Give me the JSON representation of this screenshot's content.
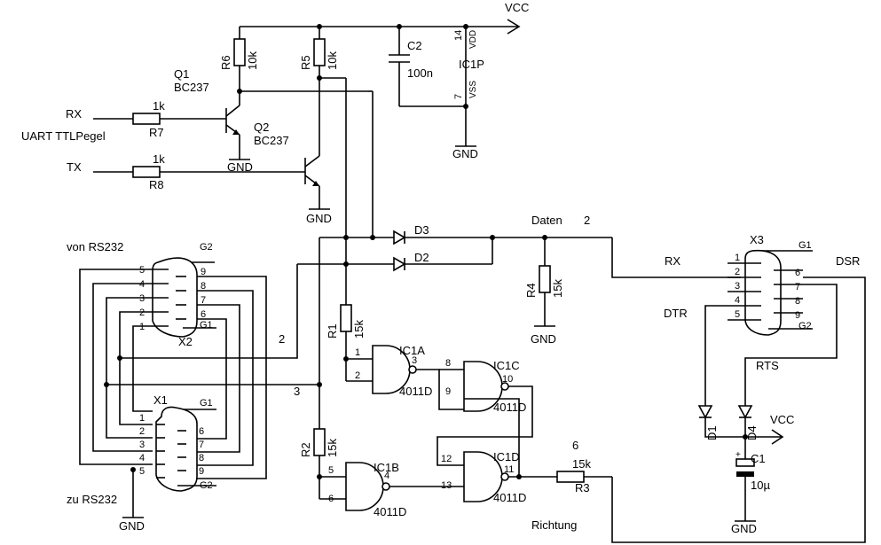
{
  "power": {
    "vcc": "VCC",
    "gnd": "GND"
  },
  "uart": {
    "rx": "RX",
    "tx": "TX",
    "caption": "UART  TTLPegel"
  },
  "q1": {
    "ref": "Q1",
    "type": "BC237"
  },
  "q2": {
    "ref": "Q2",
    "type": "BC237"
  },
  "r1": {
    "ref": "R1",
    "value": "15k"
  },
  "r2": {
    "ref": "R2",
    "value": "15k"
  },
  "r3": {
    "ref": "R3",
    "value": "15k"
  },
  "r4": {
    "ref": "R4",
    "value": "15k"
  },
  "r5": {
    "ref": "R5",
    "value": "10k"
  },
  "r6": {
    "ref": "R6",
    "value": "10k"
  },
  "r7": {
    "ref": "R7",
    "value": "1k"
  },
  "r8": {
    "ref": "R8",
    "value": "1k"
  },
  "c1": {
    "ref": "C1",
    "value": "10µ",
    "plus": "+"
  },
  "c2": {
    "ref": "C2",
    "value": "100n"
  },
  "ic1p": {
    "ref": "IC1P",
    "vdd": "VDD",
    "vss": "VSS",
    "pin_vdd": "14",
    "pin_vss": "7"
  },
  "d1": {
    "ref": "D1"
  },
  "d2": {
    "ref": "D2"
  },
  "d3": {
    "ref": "D3"
  },
  "d4": {
    "ref": "D4"
  },
  "x1": {
    "ref": "X1",
    "shield": "G1",
    "shield2": "G2",
    "pins": [
      "1",
      "2",
      "3",
      "4",
      "5",
      "6",
      "7",
      "8",
      "9"
    ]
  },
  "x2": {
    "ref": "X2",
    "shield": "G2",
    "shield2": "G1",
    "pins": [
      "5",
      "4",
      "3",
      "2",
      "1",
      "9",
      "8",
      "7",
      "6"
    ]
  },
  "x3": {
    "ref": "X3",
    "shield": "G1",
    "shield2": "G2",
    "pins": [
      "1",
      "2",
      "3",
      "4",
      "5",
      "6",
      "7",
      "8",
      "9"
    ]
  },
  "labels": {
    "von_rs232": "von RS232",
    "zu_rs232": "zu RS232",
    "daten": "Daten",
    "daten_num": "2",
    "richtung": "Richtung",
    "richtung_num": "6",
    "net2": "2",
    "net3": "3",
    "rx_out": "RX",
    "dsr": "DSR",
    "dtr": "DTR",
    "rts": "RTS"
  },
  "gates": {
    "ic1a": {
      "ref": "IC1A",
      "type": "4011D",
      "in1": "1",
      "in2": "2",
      "out": "3"
    },
    "ic1b": {
      "ref": "IC1B",
      "type": "4011D",
      "in1": "5",
      "in2": "6",
      "out": "4"
    },
    "ic1c": {
      "ref": "IC1C",
      "type": "4011D",
      "in1": "8",
      "in2": "9",
      "out": "10"
    },
    "ic1d": {
      "ref": "IC1D",
      "type": "4011D",
      "in1": "12",
      "in2": "13",
      "out": "11"
    }
  }
}
